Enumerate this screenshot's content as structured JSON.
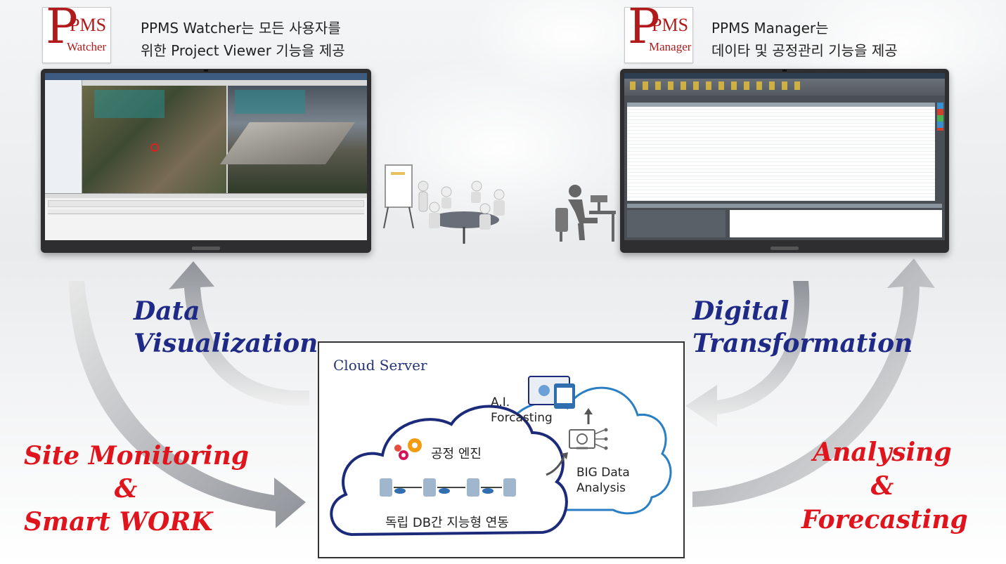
{
  "watcher": {
    "logo": {
      "letter": "P",
      "brand": "PMS",
      "sub": "Watcher"
    },
    "desc_line1": "PPMS Watcher는 모든 사용자를",
    "desc_line2": "위한 Project Viewer 기능을 제공"
  },
  "manager": {
    "logo": {
      "letter": "P",
      "brand": "PMS",
      "sub": "Manager"
    },
    "desc_line1": "PPMS Manager는",
    "desc_line2": "데이타 및 공정관리 기능을 제공"
  },
  "labels": {
    "data_visualization_1": "Data",
    "data_visualization_2": "Visualization",
    "digital_transformation_1": "Digital",
    "digital_transformation_2": "Transformation",
    "site_monitoring_1": "Site Monitoring",
    "site_monitoring_2": "&",
    "site_monitoring_3": "Smart WORK",
    "analysing_1": "Analysing",
    "analysing_2": "&",
    "analysing_3": "Forecasting"
  },
  "cloud": {
    "title": "Cloud Server",
    "ai_1": "A.I.",
    "ai_2": "Forcasting",
    "engine": "공정 엔진",
    "bigdata_1": "BIG Data",
    "bigdata_2": "Analysis",
    "db_link": "독립 DB간 지능형 연동"
  },
  "colors": {
    "navy": "#1f2a86",
    "red": "#e0141c",
    "brand_red": "#b01a1a",
    "cloud_navy": "#1c2a7a",
    "cloud_blue": "#2a7fc4"
  }
}
